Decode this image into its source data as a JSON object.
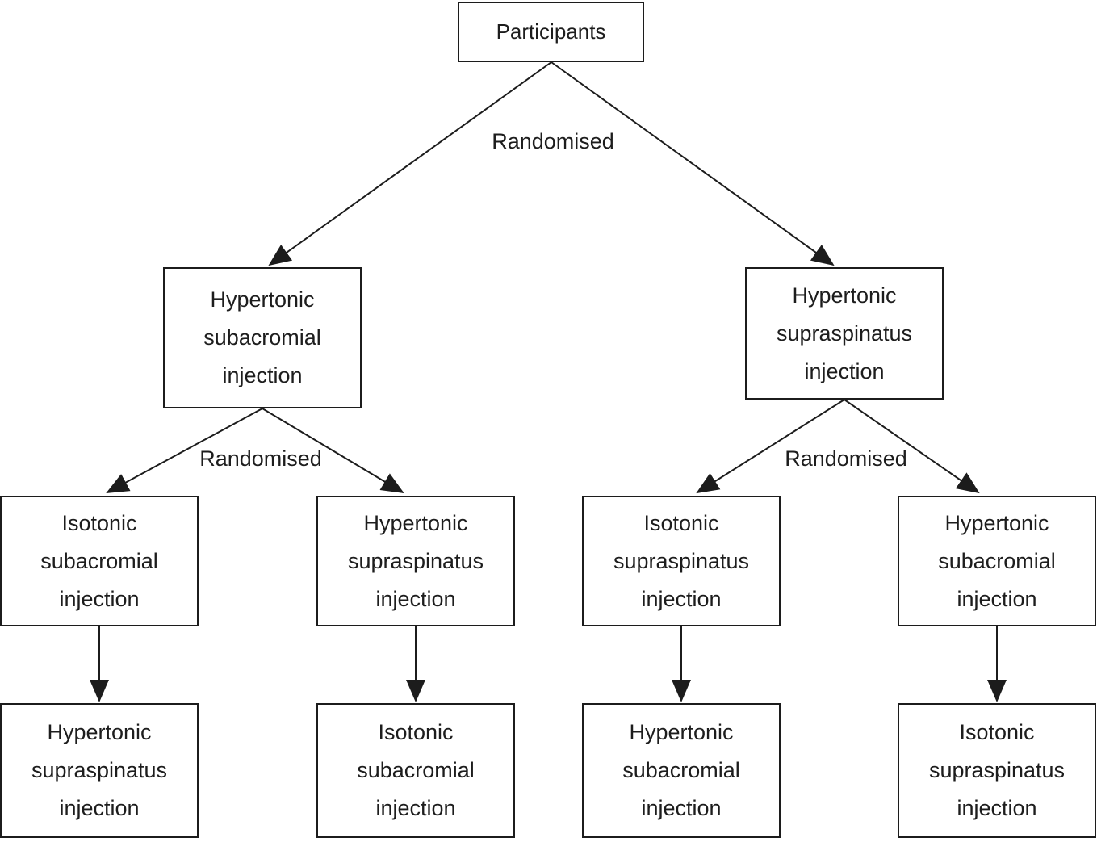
{
  "flowchart": {
    "participants": "Participants",
    "randomised_labels": [
      "Randomised",
      "Randomised",
      "Randomised"
    ],
    "arms": [
      "Hypertonic subacromial injection",
      "Hypertonic supraspinatus injection"
    ],
    "first_injections": [
      "Isotonic subacromial injection",
      "Hypertonic supraspinatus injection",
      "Isotonic supraspinatus injection",
      "Hypertonic subacromial injection"
    ],
    "second_injections": [
      "Hypertonic supraspinatus injection",
      "Isotonic subacromial injection",
      "Hypertonic subacromial injection",
      "Isotonic supraspinatus injection"
    ],
    "line_color": "#1c1c1c",
    "background_color": "#ffffff"
  }
}
